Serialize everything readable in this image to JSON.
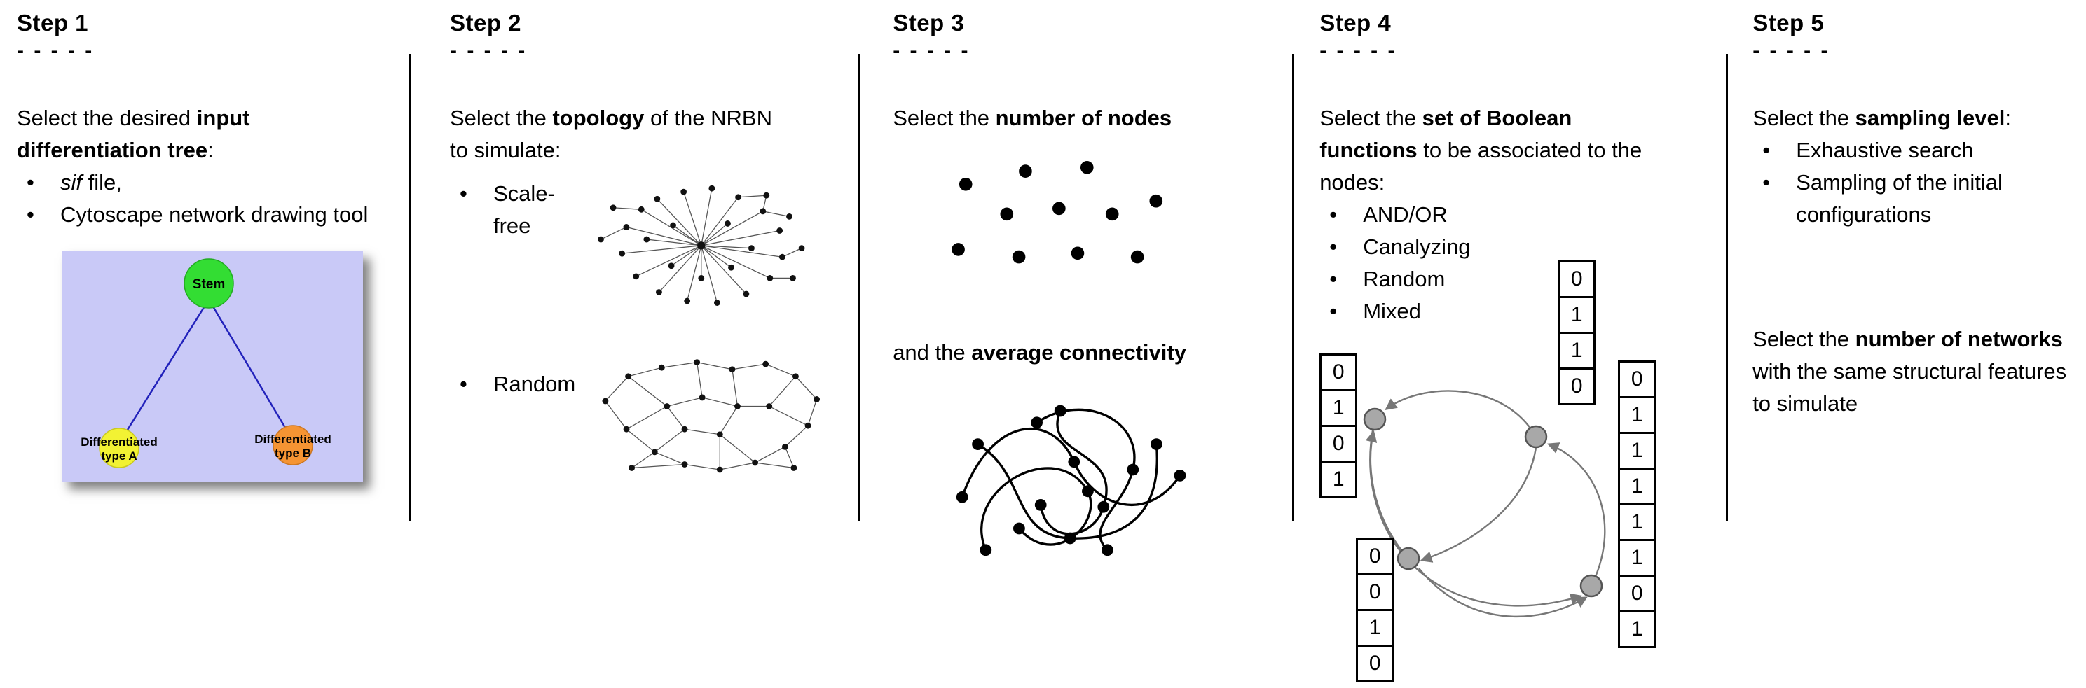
{
  "figure": {
    "background": "#ffffff",
    "text_color": "#000000"
  },
  "steps": [
    {
      "title": "Step 1",
      "dashes": "- - - - -",
      "intro": [
        {
          "t": "Select the desired "
        },
        {
          "t": "input differentiation tree",
          "b": true
        },
        {
          "t": ":"
        }
      ],
      "bullets": [
        [
          {
            "t": "sif",
            "i": true
          },
          {
            "t": " file,"
          }
        ],
        [
          {
            "t": "Cytoscape network drawing tool"
          }
        ]
      ],
      "tree": {
        "background": "#c9c9f7",
        "edge_color": "#2222bb",
        "stem": {
          "label": "Stem",
          "color": "#33dd33"
        },
        "child_a": {
          "line1": "Differentiated",
          "line2": "type A",
          "color": "#f2f233"
        },
        "child_b": {
          "line1": "Differentiated",
          "line2": "type B",
          "color": "#f59433"
        }
      }
    },
    {
      "title": "Step 2",
      "dashes": "- - - - -",
      "intro": [
        {
          "t": "Select the "
        },
        {
          "t": "topology",
          "b": true
        },
        {
          "t": " of the NRBN to simulate:"
        }
      ],
      "bullets": [
        [
          {
            "t": "Scale-free"
          }
        ],
        [
          {
            "t": "Random"
          }
        ]
      ]
    },
    {
      "title": "Step 3",
      "dashes": "- - - - -",
      "intro": [
        {
          "t": "Select the "
        },
        {
          "t": "number of nodes",
          "b": true
        }
      ],
      "second": [
        {
          "t": "and the "
        },
        {
          "t": "average connectivity",
          "b": true
        }
      ]
    },
    {
      "title": "Step 4",
      "dashes": "- - - - -",
      "intro": [
        {
          "t": "Select the "
        },
        {
          "t": "set of Boolean functions",
          "b": true
        },
        {
          "t": " to be associated to the nodes:"
        }
      ],
      "bullets": [
        [
          {
            "t": "AND/OR"
          }
        ],
        [
          {
            "t": "Canalyzing"
          }
        ],
        [
          {
            "t": "Random"
          }
        ],
        [
          {
            "t": "Mixed"
          }
        ]
      ],
      "tables": {
        "left": [
          "0",
          "1",
          "0",
          "1"
        ],
        "top": [
          "0",
          "1",
          "1",
          "0"
        ],
        "bottom_left": [
          "0",
          "0",
          "1",
          "0"
        ],
        "right": [
          "0",
          "1",
          "1",
          "1",
          "1",
          "1",
          "0",
          "1"
        ]
      }
    },
    {
      "title": "Step 5",
      "dashes": "- - - - -",
      "intro": [
        {
          "t": "Select the "
        },
        {
          "t": "sampling level",
          "b": true
        },
        {
          "t": ":"
        }
      ],
      "bullets": [
        [
          {
            "t": "Exhaustive search"
          }
        ],
        [
          {
            "t": "Sampling of the initial configurations"
          }
        ]
      ],
      "second": [
        {
          "t": "Select the "
        },
        {
          "t": "number of networks",
          "b": true
        },
        {
          "t": " with the same structural features to simulate"
        }
      ]
    }
  ]
}
